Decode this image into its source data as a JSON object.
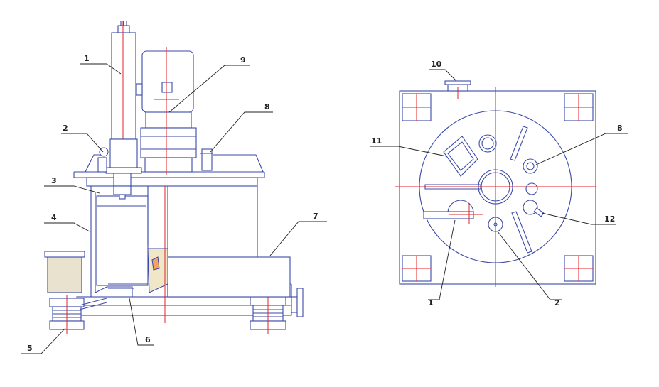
{
  "side_view": {
    "callouts": [
      {
        "id": "side-callout-1",
        "label": "1"
      },
      {
        "id": "side-callout-2",
        "label": "2"
      },
      {
        "id": "side-callout-3",
        "label": "3"
      },
      {
        "id": "side-callout-4",
        "label": "4"
      },
      {
        "id": "side-callout-5",
        "label": "5"
      },
      {
        "id": "side-callout-6",
        "label": "6"
      },
      {
        "id": "side-callout-7",
        "label": "7"
      },
      {
        "id": "side-callout-8",
        "label": "8"
      },
      {
        "id": "side-callout-9",
        "label": "9"
      }
    ]
  },
  "top_view": {
    "callouts": [
      {
        "id": "top-callout-10",
        "label": "10"
      },
      {
        "id": "top-callout-11",
        "label": "11"
      },
      {
        "id": "top-callout-8",
        "label": "8"
      },
      {
        "id": "top-callout-12",
        "label": "12"
      },
      {
        "id": "top-callout-1",
        "label": "1"
      },
      {
        "id": "top-callout-2",
        "label": "2"
      }
    ]
  },
  "colors": {
    "outline": "#3b4aa8",
    "centerline": "#e0252b",
    "leader": "#222222"
  }
}
